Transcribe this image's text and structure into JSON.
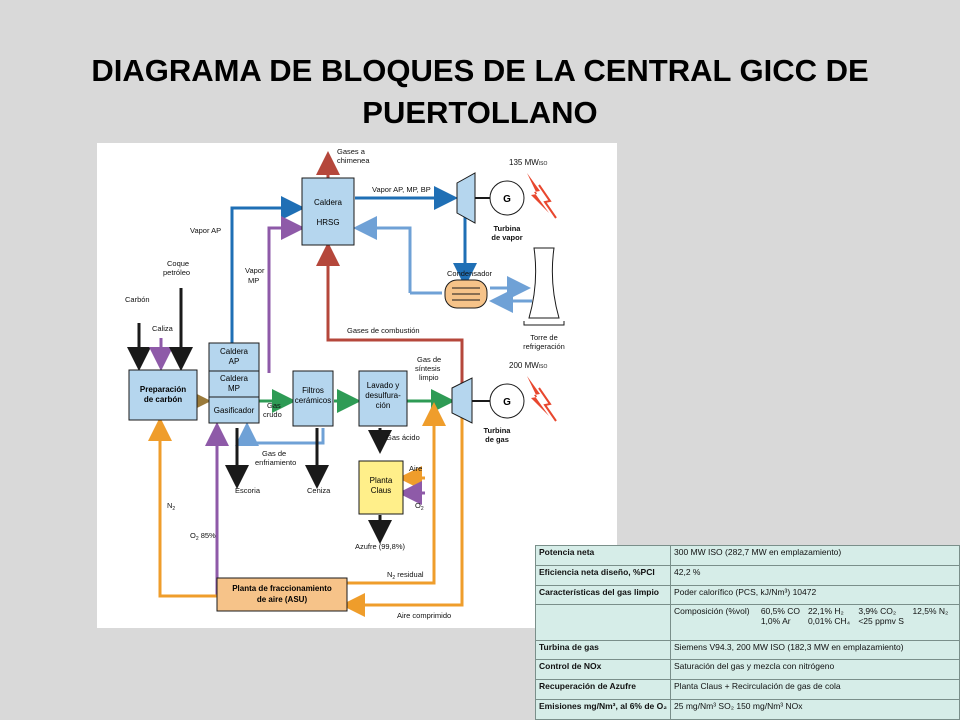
{
  "title": {
    "line1": "DIAGRAMA DE BLOQUES DE LA CENTRAL GICC DE",
    "line2": "PUERTOLLANO"
  },
  "diagram": {
    "blocks": {
      "caldera_hrsg": [
        "Caldera",
        "HRSG"
      ],
      "preparacion": [
        "Preparación",
        "de carbón"
      ],
      "caldera_ap": [
        "Caldera",
        "AP"
      ],
      "caldera_mp": [
        "Caldera",
        "MP"
      ],
      "gasificador": "Gasificador",
      "filtros": [
        "Filtros",
        "cerámicos"
      ],
      "lavado": [
        "Lavado y",
        "desulfura-",
        "ción"
      ],
      "planta_claus": [
        "Planta",
        "Claus"
      ],
      "asu": [
        "Planta de fraccionamiento",
        "de aire (ASU)"
      ],
      "condensador": "Condensador",
      "generator_symbol": "G"
    },
    "labels": {
      "gases_chimenea": [
        "Gases a",
        "chimenea"
      ],
      "vapor_ap_mp_bp": "Vapor AP, MP, BP",
      "power_steam": "135 MW",
      "power_steam_sub": "ISO",
      "turbina_vapor": [
        "Turbina",
        "de vapor"
      ],
      "vapor_ap": "Vapor AP",
      "vapor_mp": [
        "Vapor",
        "MP"
      ],
      "coque": [
        "Coque",
        "petróleo"
      ],
      "carbon": "Carbón",
      "caliza": "Caliza",
      "gases_combustion": "Gases de combustión",
      "torre": [
        "Torre de",
        "refrigeración"
      ],
      "gas_sintesis": [
        "Gas de",
        "síntesis",
        "limpio"
      ],
      "power_gas": "200 MW",
      "power_gas_sub": "ISO",
      "turbina_gas": [
        "Turbina",
        "de gas"
      ],
      "gas_crudo": [
        "Gas",
        "crudo"
      ],
      "gas_acido": "Gas ácido",
      "gas_enfriamiento": [
        "Gas de",
        "enfriamiento"
      ],
      "aire": "Aire",
      "o2": "O",
      "o2_sub": "2",
      "escoria": "Escoria",
      "ceniza": "Ceniza",
      "n2": "N",
      "n2_sub": "2",
      "o2_85": "O",
      "o2_85_sub": "2",
      "o2_85_val": " 85%",
      "azufre": "Azufre (99,8%)",
      "n2_residual": "N",
      "n2_residual_sub": "2",
      "n2_residual_text": " residual",
      "aire_comprimido": "Aire comprimido"
    },
    "colors": {
      "steam": "#1f6fb5",
      "return": "#6fa1d6",
      "flue": "#b5473b",
      "oxygen": "#8e5aa8",
      "gas": "#2e9b55",
      "air": "#ef9d2b",
      "solid": "#1a1a1a",
      "feed": "#9a7a3a",
      "block": "#b5d6ee",
      "block_stroke": "#1a1a1a",
      "asu_fill": "#f6c389",
      "bolt": "#e8472e"
    }
  },
  "spec_table": {
    "rows": [
      {
        "label": "Potencia neta",
        "value": "300 MW ISO  (282,7 MW en emplazamiento)"
      },
      {
        "label": "Eficiencia neta diseño, %PCI",
        "value": "42,2 %"
      },
      {
        "label": "Características del gas limpio",
        "value": "Poder calorífico (PCS, kJ/Nm³)   10472"
      },
      {
        "label": "",
        "composition_label": "Composición (%vol)",
        "comp1": [
          "60,5% CO",
          "22,1% H₂",
          "3,9% CO₂",
          "12,5% N₂"
        ],
        "comp2": [
          "1,0% Ar",
          "0,01% CH₄",
          "<25 ppmv S",
          ""
        ]
      },
      {
        "label": "Turbina de gas",
        "value": "Siemens V94.3, 200 MW ISO (182,3 MW en emplazamiento)"
      },
      {
        "label": "Control de NOx",
        "value": "Saturación del gas y mezcla con nitrógeno"
      },
      {
        "label": "Recuperación de Azufre",
        "value": "Planta Claus + Recirculación de gas de cola"
      },
      {
        "label": "Emisiones mg/Nm³, al 6% de O₂",
        "value": "25 mg/Nm³ SO₂           150 mg/Nm³ NOx"
      }
    ]
  }
}
